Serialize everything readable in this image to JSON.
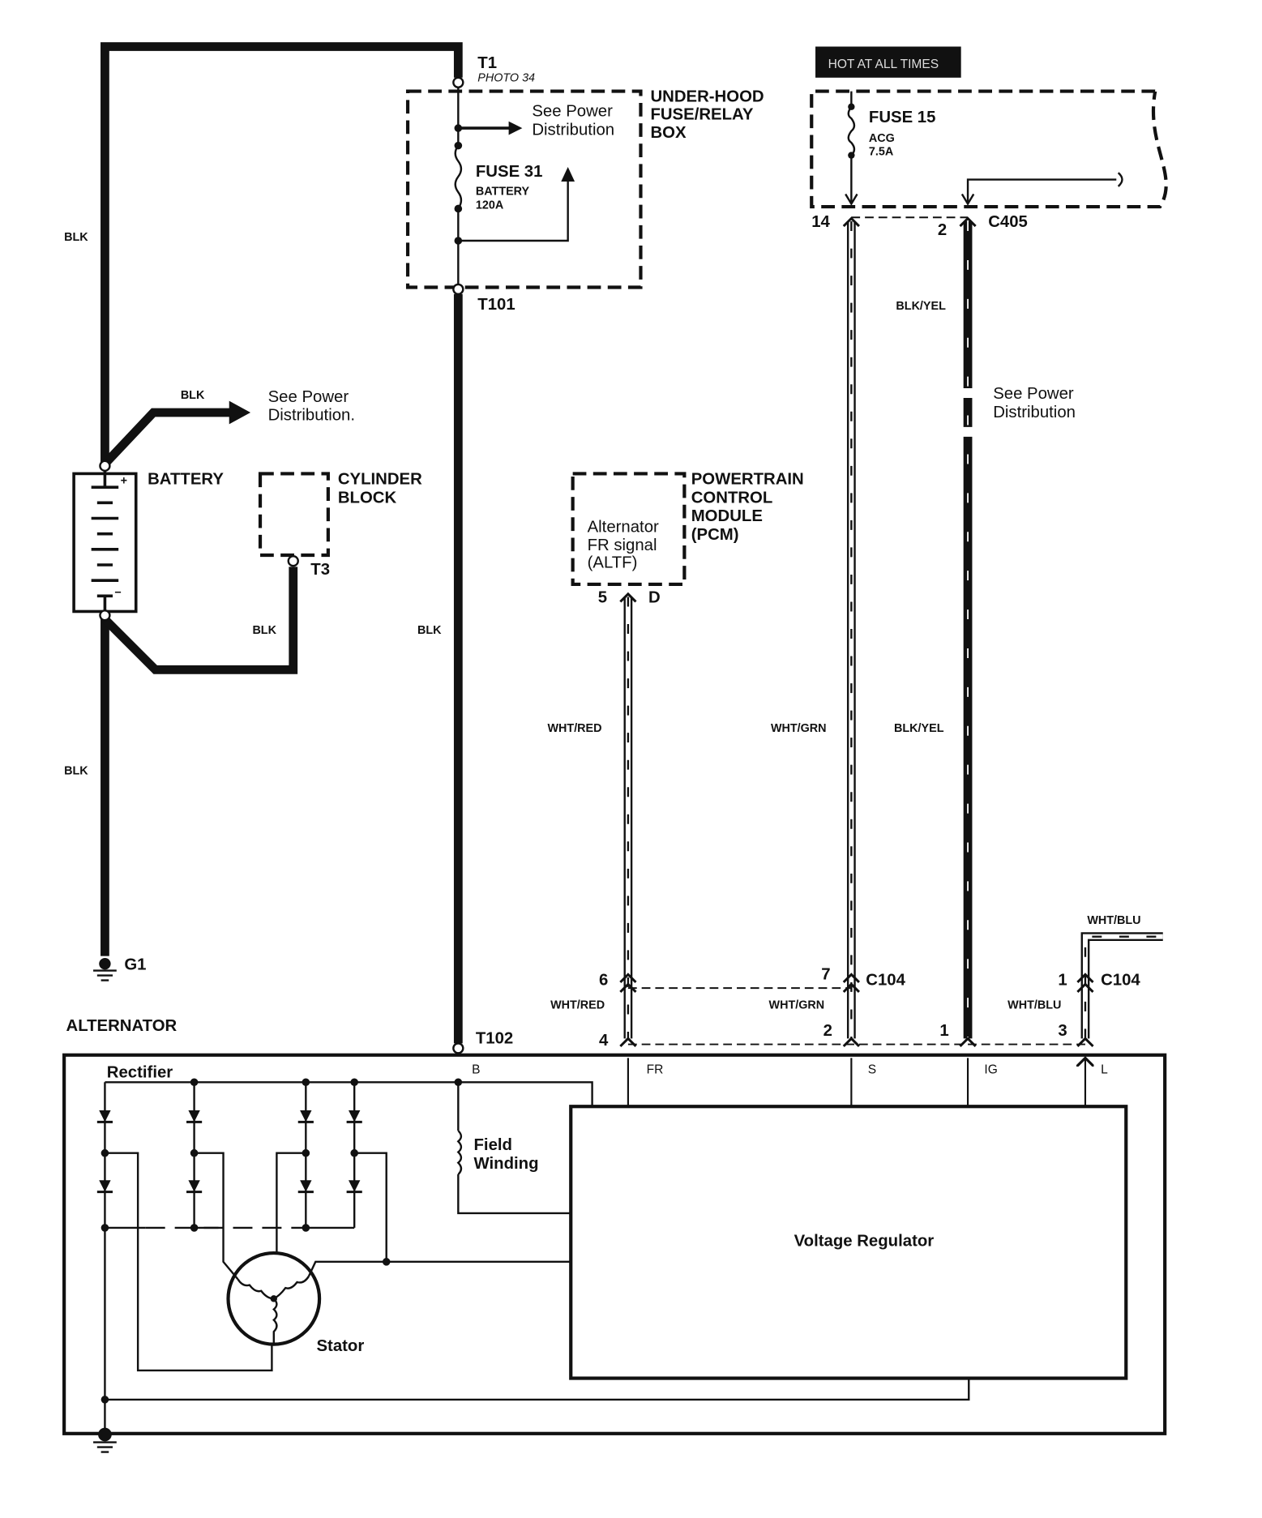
{
  "hot_label": "HOT AT ALL TIMES",
  "t1": "T1",
  "photo": "PHOTO 34",
  "t101": "T101",
  "t102": "T102",
  "t3": "T3",
  "g1": "G1",
  "underhood": [
    "UNDER-HOOD",
    "FUSE/RELAY",
    "BOX"
  ],
  "see_power": [
    "See Power",
    "Distribution"
  ],
  "see_power_battery": [
    "See Power",
    "Distribution."
  ],
  "fuse31": {
    "name": "FUSE 31",
    "circuit": "BATTERY",
    "rating": "120A"
  },
  "fuse15": {
    "name": "FUSE 15",
    "circuit": "ACG",
    "rating": "7.5A"
  },
  "battery": "BATTERY",
  "plus": "+",
  "minus": "−",
  "cylinder_block": [
    "CYLINDER",
    "BLOCK"
  ],
  "pcm": {
    "title": [
      "POWERTRAIN",
      "CONTROL",
      "MODULE",
      "(PCM)"
    ],
    "signal": [
      "Alternator",
      "FR signal",
      "(ALTF)"
    ],
    "pin": "5",
    "terminal": "D"
  },
  "wire_colors": {
    "blk": "BLK",
    "blk_yel": "BLK/YEL",
    "wht_red": "WHT/RED",
    "wht_grn": "WHT/GRN",
    "wht_blu": "WHT/BLU"
  },
  "c405": {
    "name": "C405",
    "pins": [
      "14",
      "2"
    ]
  },
  "c104": {
    "name": "C104",
    "pins": [
      "6",
      "7",
      "1"
    ]
  },
  "alt_pins": [
    "4",
    "2",
    "1",
    "3"
  ],
  "alternator": "ALTERNATOR",
  "terminals": [
    "B",
    "FR",
    "S",
    "IG",
    "L"
  ],
  "rectifier": "Rectifier",
  "field_winding": [
    "Field",
    "Winding"
  ],
  "stator": "Stator",
  "voltage_regulator": "Voltage Regulator"
}
